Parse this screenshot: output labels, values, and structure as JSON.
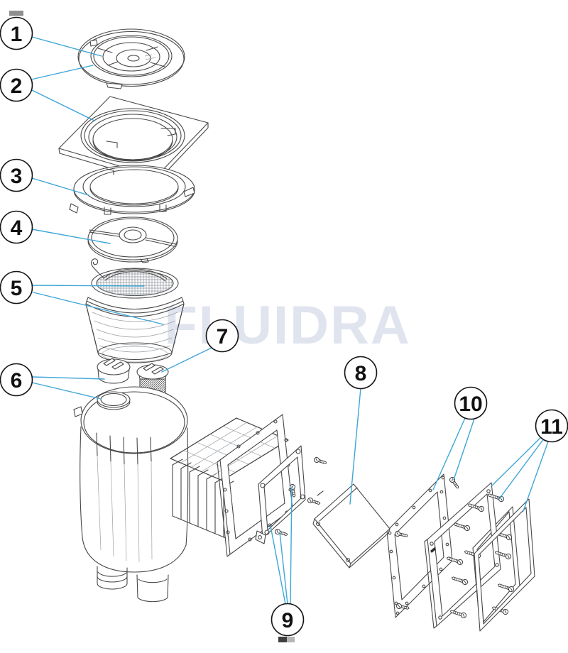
{
  "watermark_text": "FLUIDRA",
  "colors": {
    "bg": "#ffffff",
    "line": "#474747",
    "linelight": "#9aa0a6",
    "accent": "#3ea6d8",
    "callout": "#161616",
    "watermark": "#e0e4ee",
    "artifact-dark": "#3f3f3f",
    "artifact-mid": "#8f8f8f",
    "artifact-light": "#b5b5b5"
  },
  "callouts": {
    "labels": [
      "1",
      "2",
      "3",
      "4",
      "5",
      "6",
      "7",
      "8",
      "9",
      "10",
      "11"
    ]
  }
}
